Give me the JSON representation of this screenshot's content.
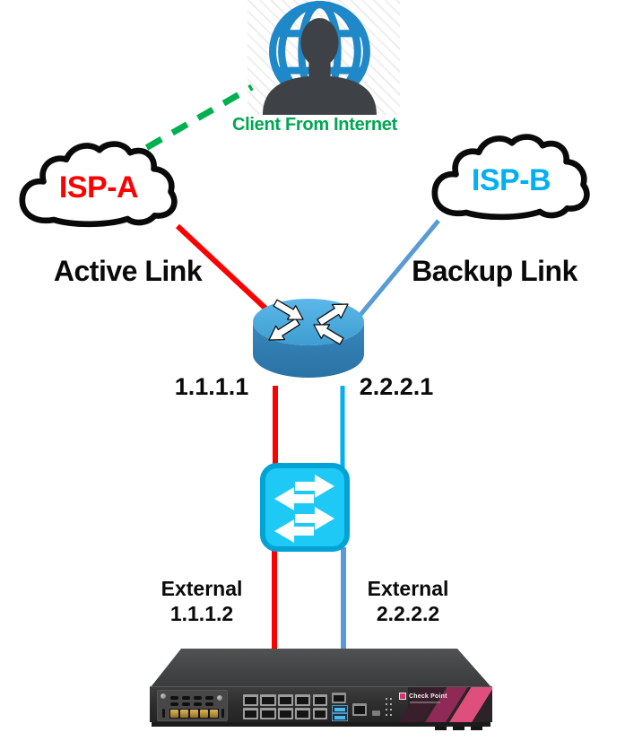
{
  "client": {
    "label": "Client From Internet"
  },
  "isp_a": {
    "name": "ISP-A",
    "link_label": "Active Link"
  },
  "isp_b": {
    "name": "ISP-B",
    "link_label": "Backup Link"
  },
  "router": {
    "left_ip": "1.1.1.1",
    "right_ip": "2.2.2.1"
  },
  "firewall": {
    "left_interface": {
      "label": "External",
      "ip": "1.1.1.2"
    },
    "right_interface": {
      "label": "External",
      "ip": "2.2.2.2"
    },
    "brand": "Check Point"
  },
  "colors": {
    "active_link_red": "#FF0000",
    "backup_link_blue": "#5B9BD5",
    "cyan_segment": "#00B0F0",
    "dashed_green": "#00B050",
    "client_text_green": "#00A651",
    "isp_b_text_cyan": "#00B0F0",
    "router_blue_top": "#49ABDF",
    "router_blue_body": "#2F7EB2",
    "switch_cyan": "#1FC9F6",
    "checkpoint_magenta": "#DF4F7D"
  }
}
